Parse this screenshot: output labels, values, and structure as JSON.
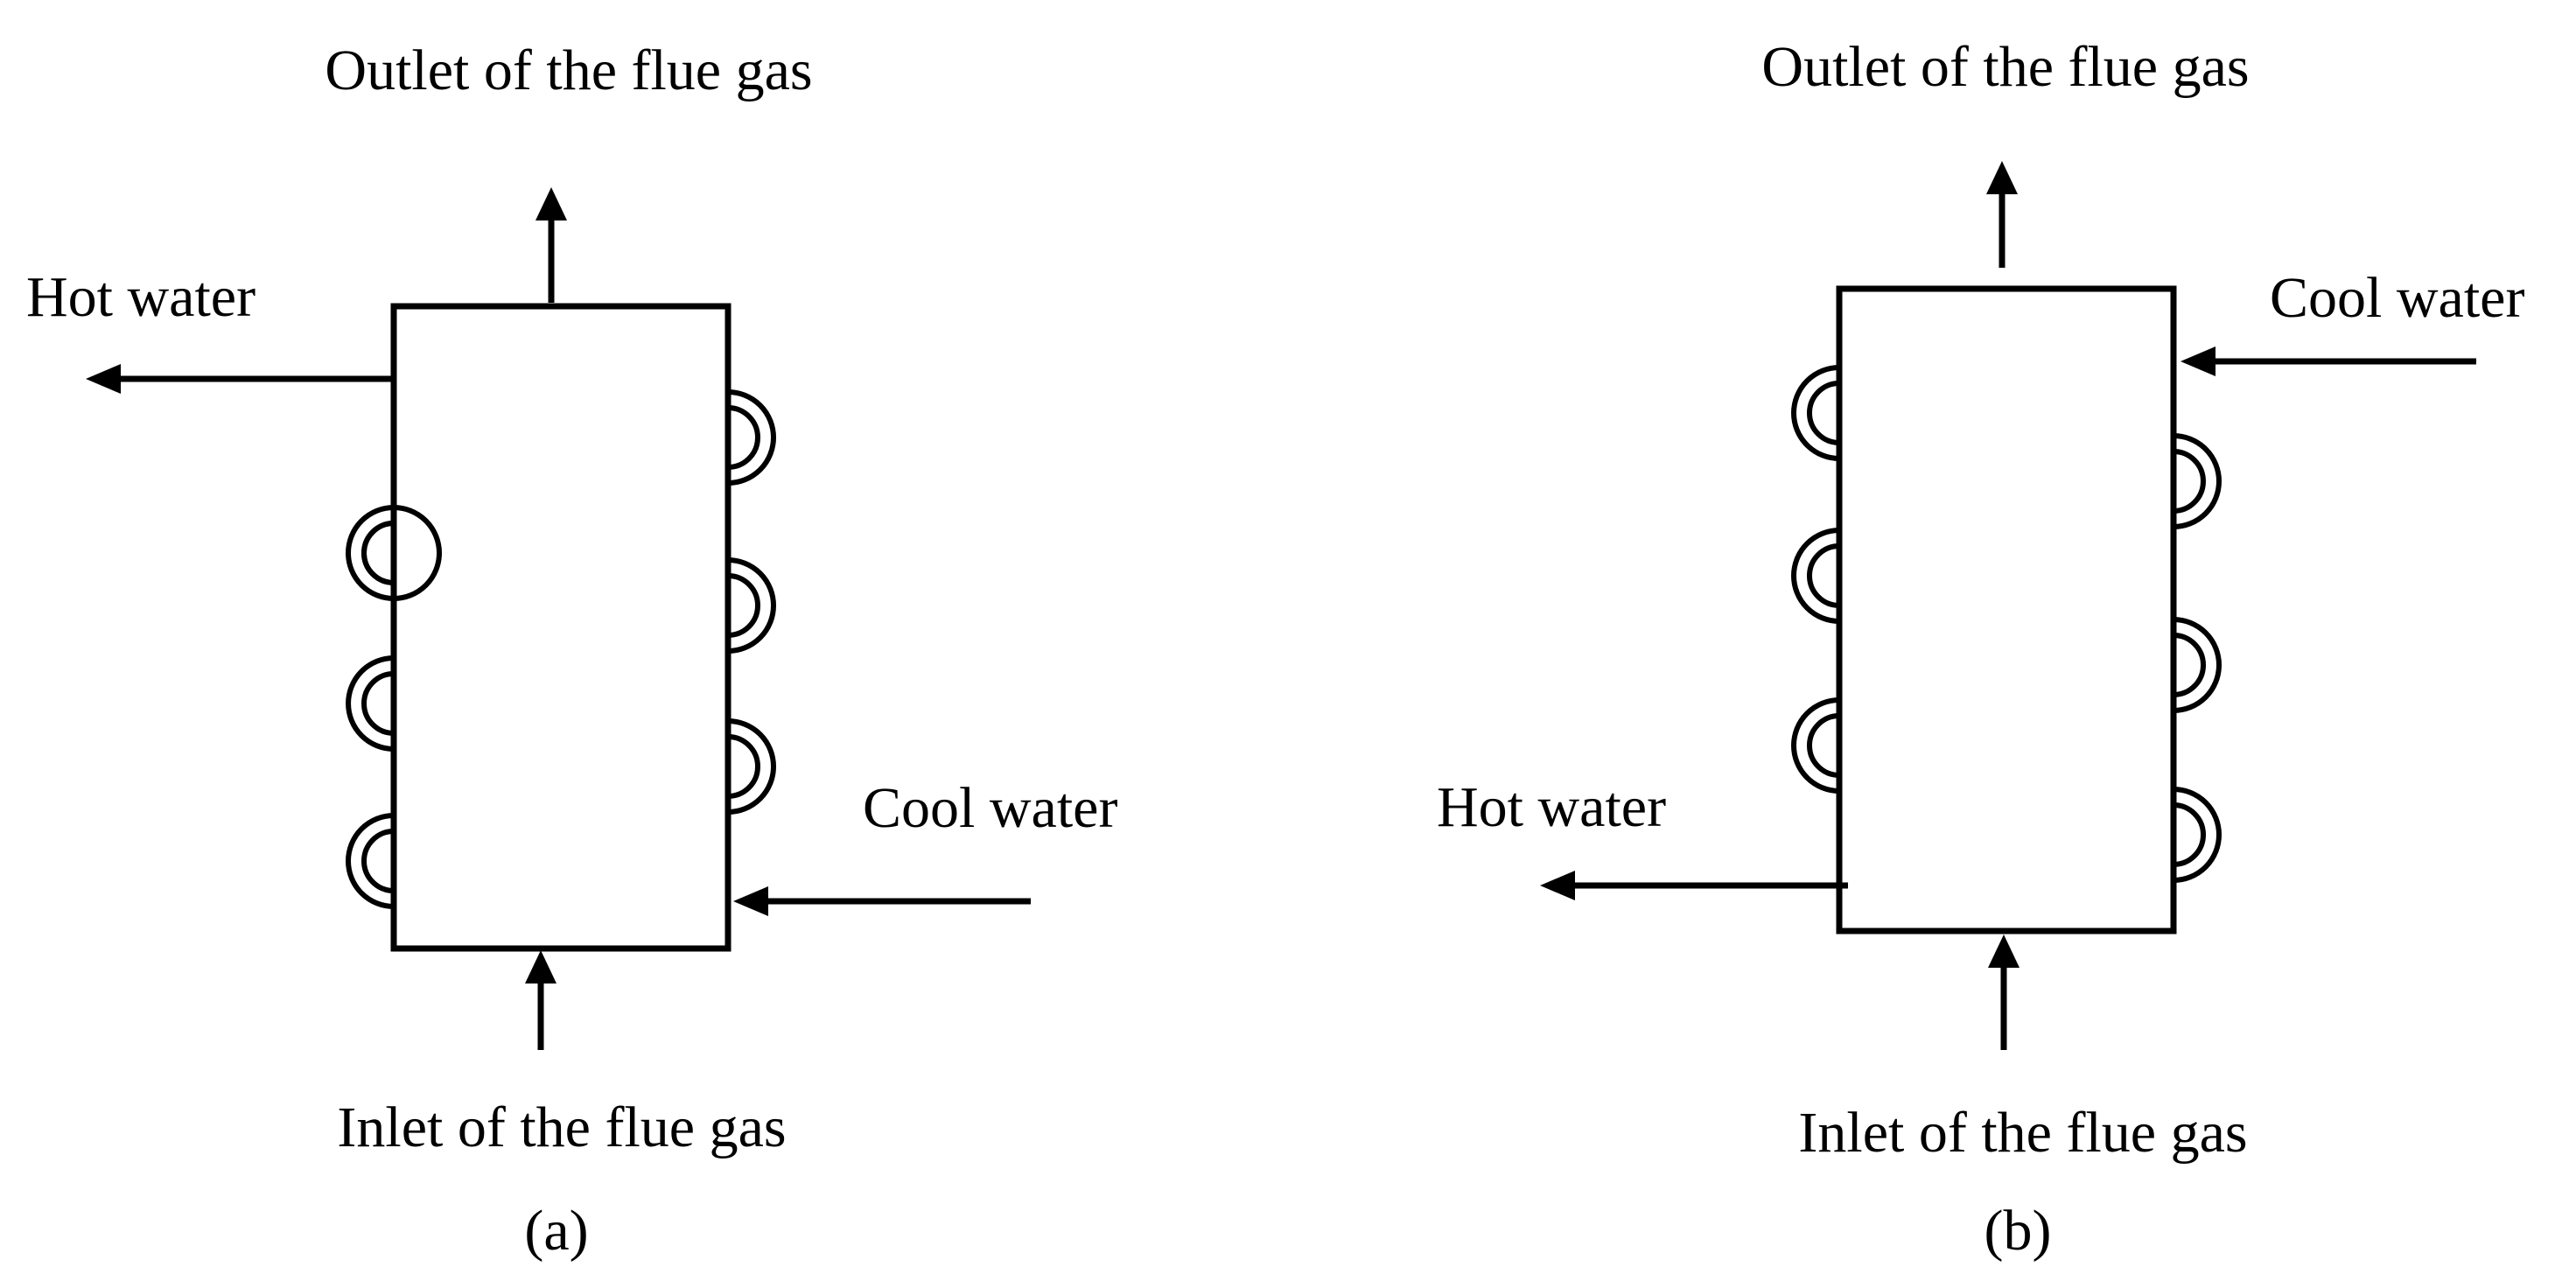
{
  "panels": [
    {
      "id": "a",
      "caption": "(a)",
      "outlet_label": "Outlet of the flue gas",
      "inlet_label": "Inlet of the flue gas",
      "hot_water_label": "Hot water",
      "cool_water_label": "Cool water"
    },
    {
      "id": "b",
      "caption": "(b)",
      "outlet_label": "Outlet of the flue gas",
      "inlet_label": "Inlet of the flue gas",
      "hot_water_label": "Hot water",
      "cool_water_label": "Cool water"
    }
  ]
}
